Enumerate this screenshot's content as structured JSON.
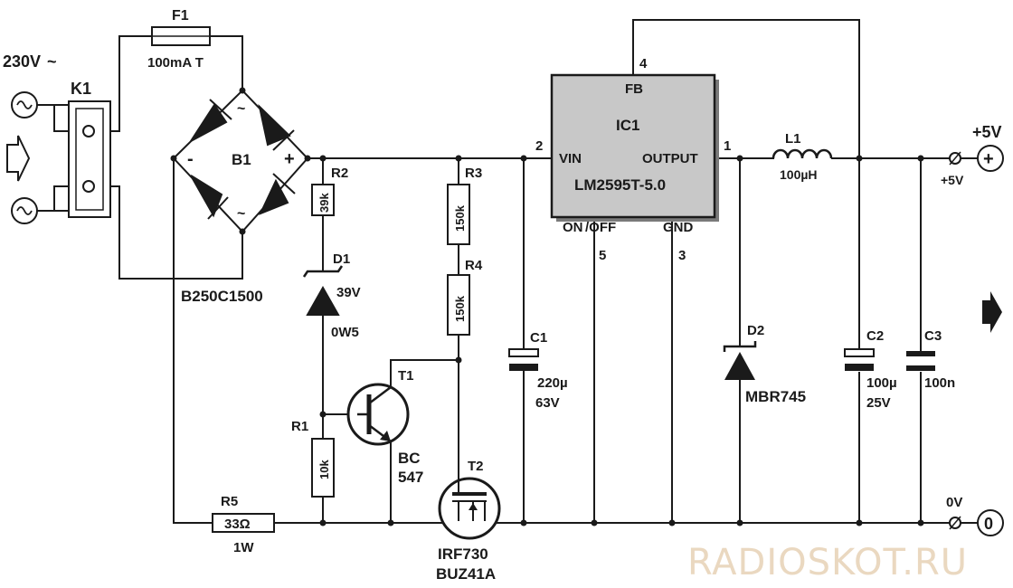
{
  "mains": {
    "voltage": "230V",
    "symbol": "~"
  },
  "connector_k1": {
    "ref": "K1"
  },
  "fuse": {
    "ref": "F1",
    "value": "100mA T"
  },
  "bridge": {
    "ref": "B1",
    "part": "B250C1500",
    "minus": "-",
    "plus": "+",
    "ac": "~"
  },
  "r2": {
    "ref": "R2",
    "value": "39k"
  },
  "d1": {
    "ref": "D1",
    "value": "39V",
    "power": "0W5"
  },
  "r1": {
    "ref": "R1",
    "value": "10k"
  },
  "r5": {
    "ref": "R5",
    "value": "33Ω",
    "power": "1W"
  },
  "t1": {
    "ref": "T1",
    "part1": "BC",
    "part2": "547"
  },
  "r3": {
    "ref": "R3",
    "value": "150k"
  },
  "r4": {
    "ref": "R4",
    "value": "150k"
  },
  "t2": {
    "ref": "T2",
    "part1": "IRF730",
    "part2": "BUZ41A"
  },
  "c1": {
    "ref": "C1",
    "value": "220µ",
    "voltage": "63V"
  },
  "ic1": {
    "ref": "IC1",
    "part": "LM2595T-5.0",
    "pin_fb": "FB",
    "pin_vin": "VIN",
    "pin_output": "OUTPUT",
    "pin_onoff_bar": "ON",
    "pin_onoff_rest": "/OFF",
    "pin_gnd": "GND",
    "num_fb": "4",
    "num_vin": "2",
    "num_output": "1",
    "num_onoff": "5",
    "num_gnd": "3"
  },
  "l1": {
    "ref": "L1",
    "value": "100µH"
  },
  "d2": {
    "ref": "D2",
    "part": "MBR745"
  },
  "c2": {
    "ref": "C2",
    "value": "100µ",
    "voltage": "25V"
  },
  "c3": {
    "ref": "C3",
    "value": "100n"
  },
  "output": {
    "pos_label": "+5V",
    "pos_net": "+5V",
    "pos_symbol": "+",
    "gnd_net": "0V",
    "gnd_symbol": "0"
  },
  "watermark": "RADIOSKOT.RU"
}
